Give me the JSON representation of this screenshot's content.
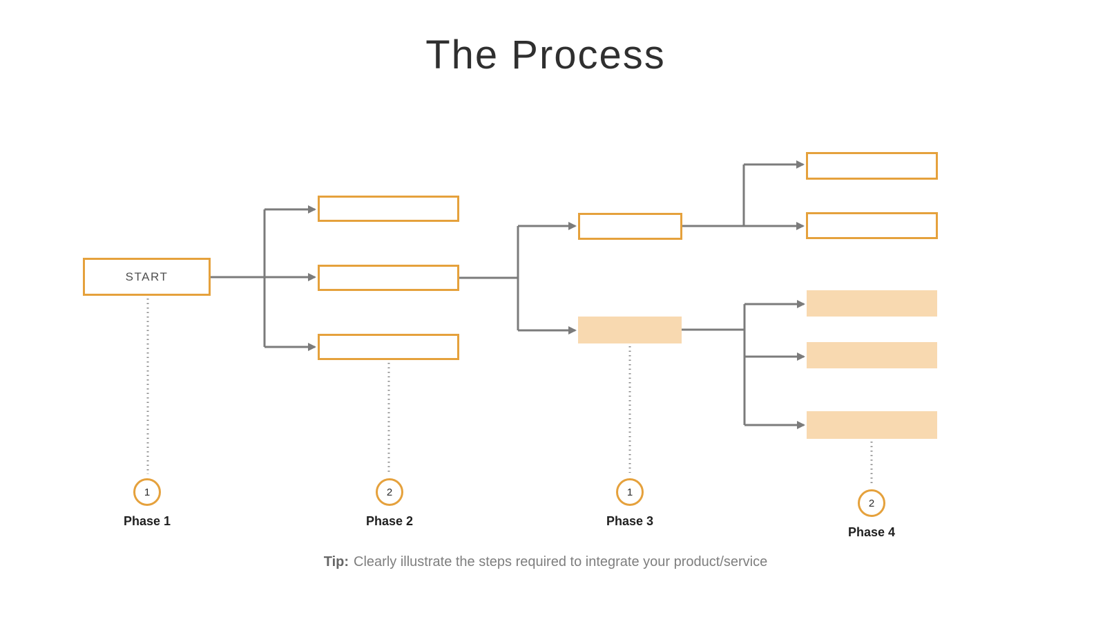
{
  "title": "The Process",
  "diagram": {
    "start_label": "START",
    "phases": [
      {
        "number": "1",
        "label": "Phase 1"
      },
      {
        "number": "2",
        "label": "Phase 2"
      },
      {
        "number": "1",
        "label": "Phase 3"
      },
      {
        "number": "2",
        "label": "Phase 4"
      }
    ]
  },
  "tip": {
    "prefix": "Tip:",
    "text": "Clearly illustrate the steps required to integrate your product/service"
  },
  "colors": {
    "accent_orange": "#E5A13C",
    "fill_peach": "#F8D9B0",
    "line_gray": "#7B7B7B",
    "title_dark": "#2F2F2F",
    "label_dark": "#1F1F1F",
    "tip_gray": "#7E7E7E"
  }
}
